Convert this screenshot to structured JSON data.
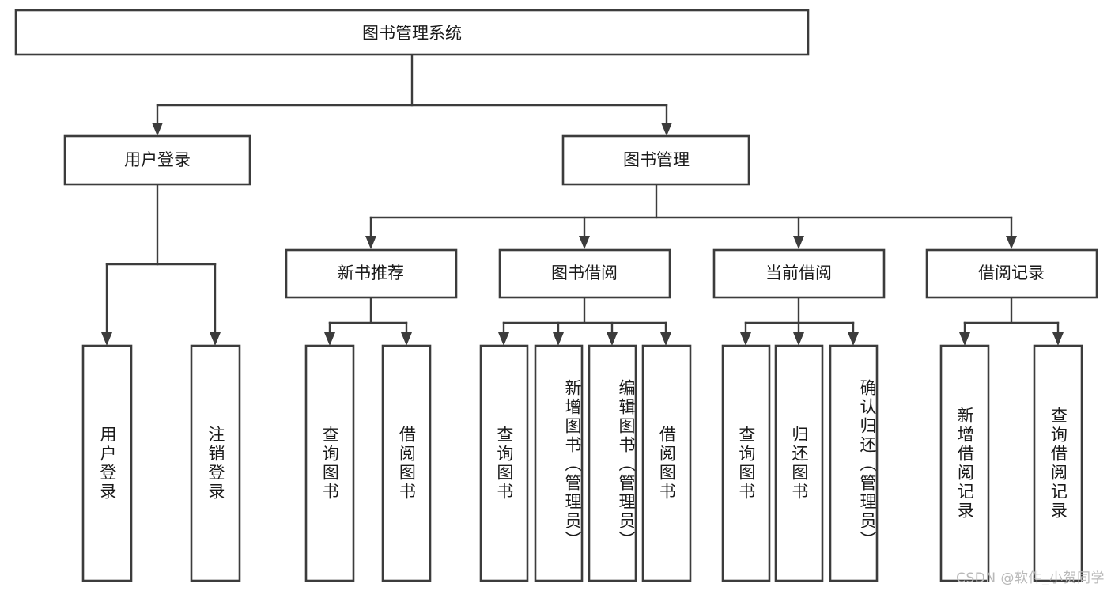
{
  "diagram": {
    "type": "tree-hierarchy-chart",
    "title": "图书管理系统",
    "root": {
      "label": "图书管理系统",
      "id": "root-system"
    },
    "level2": [
      {
        "id": "user-login",
        "label": "用户登录"
      },
      {
        "id": "book-manage",
        "label": "图书管理"
      }
    ],
    "level3": [
      {
        "id": "new-book-recommend",
        "label": "新书推荐",
        "parent": "book-manage"
      },
      {
        "id": "book-borrow",
        "label": "图书借阅",
        "parent": "book-manage"
      },
      {
        "id": "current-borrow",
        "label": "当前借阅",
        "parent": "book-manage"
      },
      {
        "id": "borrow-record",
        "label": "借阅记录",
        "parent": "book-manage"
      }
    ],
    "leaves": {
      "user-login": [
        {
          "id": "leaf-user-login",
          "label": "用户登录"
        },
        {
          "id": "leaf-user-logout",
          "label": "注销登录"
        }
      ],
      "new-book-recommend": [
        {
          "id": "leaf-query-book-1",
          "label": "查询图书"
        },
        {
          "id": "leaf-borrow-book-1",
          "label": "借阅图书"
        }
      ],
      "book-borrow": [
        {
          "id": "leaf-query-book-2",
          "label": "查询图书"
        },
        {
          "id": "leaf-add-book",
          "label": "新增图书（管理员）"
        },
        {
          "id": "leaf-edit-book",
          "label": "编辑图书（管理员）"
        },
        {
          "id": "leaf-borrow-book-2",
          "label": "借阅图书"
        }
      ],
      "current-borrow": [
        {
          "id": "leaf-query-book-3",
          "label": "查询图书"
        },
        {
          "id": "leaf-return-book",
          "label": "归还图书"
        },
        {
          "id": "leaf-confirm-return",
          "label": "确认归还（管理员）"
        }
      ],
      "borrow-record": [
        {
          "id": "leaf-add-record",
          "label": "新增借阅记录"
        },
        {
          "id": "leaf-query-record",
          "label": "查询借阅记录"
        }
      ]
    },
    "colors": {
      "box_stroke": "#3c3c3c",
      "box_fill": "#ffffff",
      "connector": "#3c3c3c",
      "text": "#1a1a1a",
      "watermark": "#b9b9b9",
      "background": "#ffffff"
    }
  },
  "watermark": {
    "text": "CSDN @软件_小贺同学"
  }
}
